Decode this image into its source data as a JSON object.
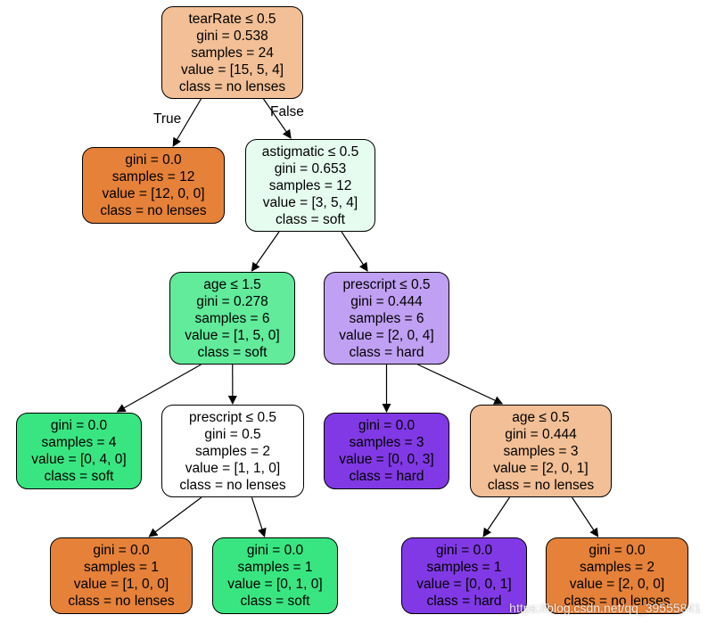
{
  "colors": {
    "orange_light": "#f2bf96",
    "orange_dark": "#e58139",
    "green_light": "#e5fcef",
    "green_mid": "#61eb9b",
    "green_dark": "#39e581",
    "purple_light": "#c0a0f3",
    "purple_dark": "#8139e5",
    "white": "#ffffff"
  },
  "edge_labels": {
    "true_label": "True",
    "false_label": "False"
  },
  "nodes": [
    {
      "lines": [
        "tearRate ≤ 0.5",
        "gini = 0.538",
        "samples = 24",
        "value = [15, 5, 4]",
        "class = no lenses"
      ],
      "fill": "orange_light"
    },
    {
      "lines": [
        "gini = 0.0",
        "samples = 12",
        "value = [12, 0, 0]",
        "class = no lenses"
      ],
      "fill": "orange_dark"
    },
    {
      "lines": [
        "astigmatic ≤ 0.5",
        "gini = 0.653",
        "samples = 12",
        "value = [3, 5, 4]",
        "class = soft"
      ],
      "fill": "green_light"
    },
    {
      "lines": [
        "age ≤ 1.5",
        "gini = 0.278",
        "samples = 6",
        "value = [1, 5, 0]",
        "class = soft"
      ],
      "fill": "green_mid"
    },
    {
      "lines": [
        "prescript ≤ 0.5",
        "gini = 0.444",
        "samples = 6",
        "value = [2, 0, 4]",
        "class = hard"
      ],
      "fill": "purple_light"
    },
    {
      "lines": [
        "gini = 0.0",
        "samples = 4",
        "value = [0, 4, 0]",
        "class = soft"
      ],
      "fill": "green_dark"
    },
    {
      "lines": [
        "prescript ≤ 0.5",
        "gini = 0.5",
        "samples = 2",
        "value = [1, 1, 0]",
        "class = no lenses"
      ],
      "fill": "white"
    },
    {
      "lines": [
        "gini = 0.0",
        "samples = 3",
        "value = [0, 0, 3]",
        "class = hard"
      ],
      "fill": "purple_dark"
    },
    {
      "lines": [
        "age ≤ 0.5",
        "gini = 0.444",
        "samples = 3",
        "value = [2, 0, 1]",
        "class = no lenses"
      ],
      "fill": "orange_light"
    },
    {
      "lines": [
        "gini = 0.0",
        "samples = 1",
        "value = [1, 0, 0]",
        "class = no lenses"
      ],
      "fill": "orange_dark"
    },
    {
      "lines": [
        "gini = 0.0",
        "samples = 1",
        "value = [0, 1, 0]",
        "class = soft"
      ],
      "fill": "green_dark"
    },
    {
      "lines": [
        "gini = 0.0",
        "samples = 1",
        "value = [0, 0, 1]",
        "class = hard"
      ],
      "fill": "purple_dark"
    },
    {
      "lines": [
        "gini = 0.0",
        "samples = 2",
        "value = [2, 0, 0]",
        "class = no lenses"
      ],
      "fill": "orange_dark"
    }
  ],
  "watermark": "https://blog.csdn.net/qq_39555841"
}
